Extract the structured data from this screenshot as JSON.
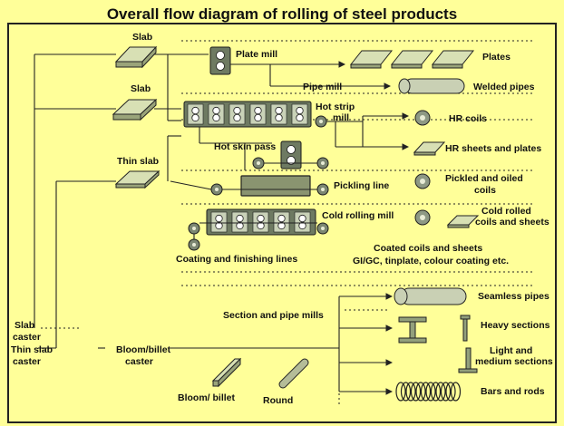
{
  "title": "Overall flow diagram of rolling of steel products",
  "colors": {
    "background": "#ffff99",
    "frame": "#222222",
    "equipment": "#6e7a62"
  },
  "inputs": {
    "slab_1": "Slab",
    "slab_2": "Slab",
    "thin_slab": "Thin slab"
  },
  "casters": {
    "slab_caster_line1": "Slab",
    "slab_caster_line2": "caster",
    "thin_slab_caster_line1": "Thin slab",
    "thin_slab_caster_line2": "caster",
    "bloom_caster_line1": "Bloom/billet",
    "bloom_caster_line2": "caster"
  },
  "processes": {
    "plate_mill": "Plate mill",
    "pipe_mill": "Pipe mill",
    "hot_strip_mill_line1": "Hot strip",
    "hot_strip_mill_line2": "mill",
    "hot_skin_pass": "Hot skin pass",
    "pickling_line": "Pickling line",
    "cold_rolling_mill": "Cold rolling mill",
    "coating_finishing": "Coating and finishing lines",
    "section_pipe_mills": "Section and pipe mills"
  },
  "products": {
    "plates": "Plates",
    "welded_pipes": "Welded pipes",
    "hr_coils": "HR coils",
    "hr_sheets": "HR sheets and plates",
    "pickled_line1": "Pickled and oiled",
    "pickled_line2": "coils",
    "cold_rolled_line1": "Cold rolled",
    "cold_rolled_line2": "coils and sheets",
    "coated_line1": "Coated coils and sheets",
    "coated_line2": "GI/GC, tinplate, colour coating etc.",
    "seamless_pipes": "Seamless pipes",
    "heavy_sections": "Heavy sections",
    "light_medium_line1": "Light and",
    "light_medium_line2": "medium sections",
    "bars_rods": "Bars and rods"
  },
  "shapes": {
    "bloom_billet": "Bloom/ billet",
    "round": "Round"
  }
}
